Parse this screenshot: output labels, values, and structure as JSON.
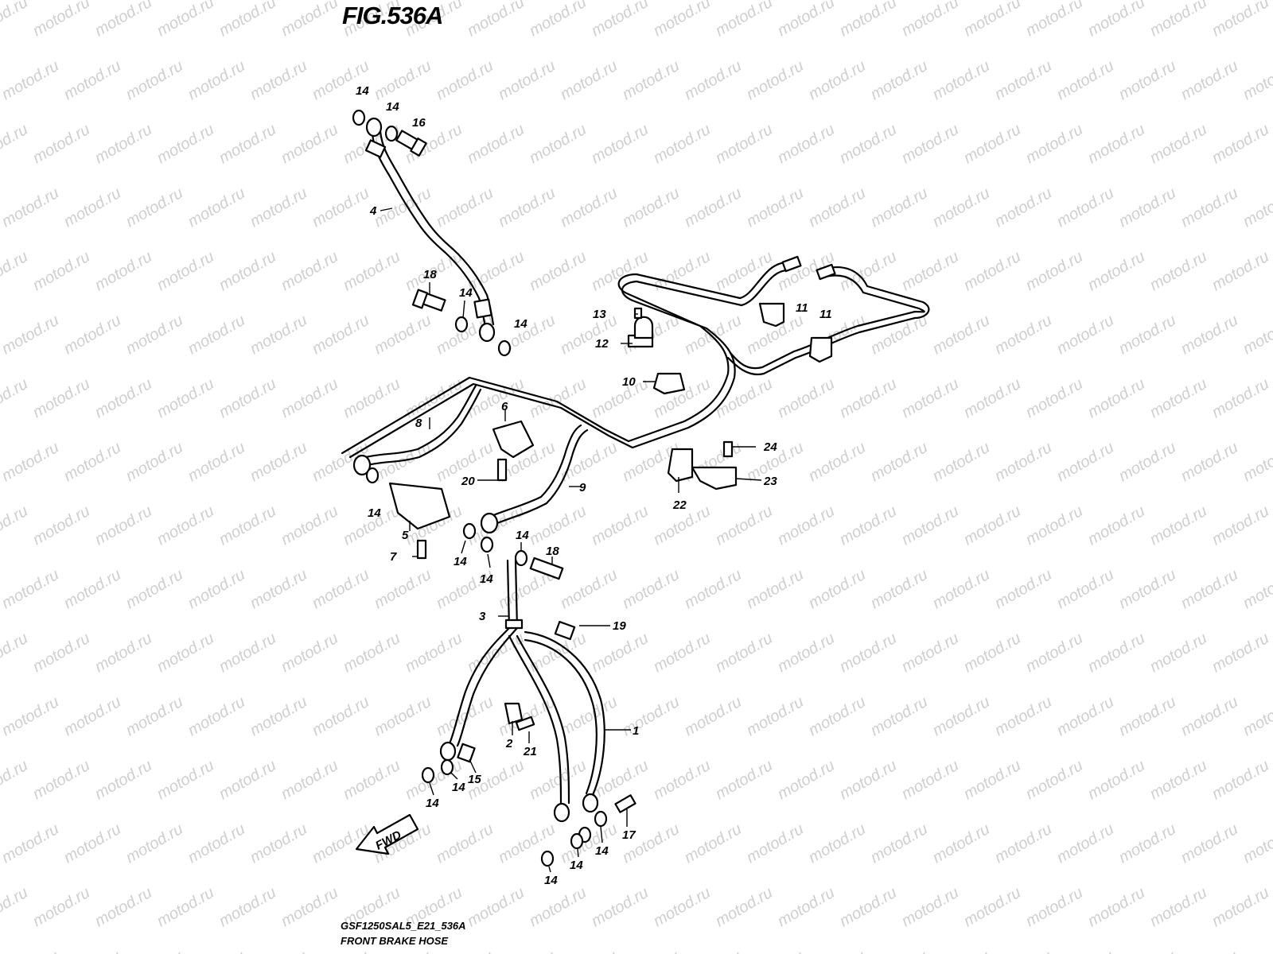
{
  "figure": {
    "title": "FIG.536A",
    "model_code": "GSF1250SAL5_E21_536A",
    "caption": "FRONT BRAKE HOSE",
    "direction_label": "FWD"
  },
  "watermark": "motod.ru",
  "callouts": [
    "14",
    "14",
    "16",
    "4",
    "18",
    "14",
    "14",
    "13",
    "12",
    "11",
    "11",
    "10",
    "8",
    "6",
    "20",
    "9",
    "14",
    "5",
    "7",
    "14",
    "14",
    "14",
    "18",
    "24",
    "23",
    "22",
    "3",
    "19",
    "2",
    "21",
    "1",
    "15",
    "14",
    "14",
    "17",
    "14",
    "14",
    "14"
  ]
}
